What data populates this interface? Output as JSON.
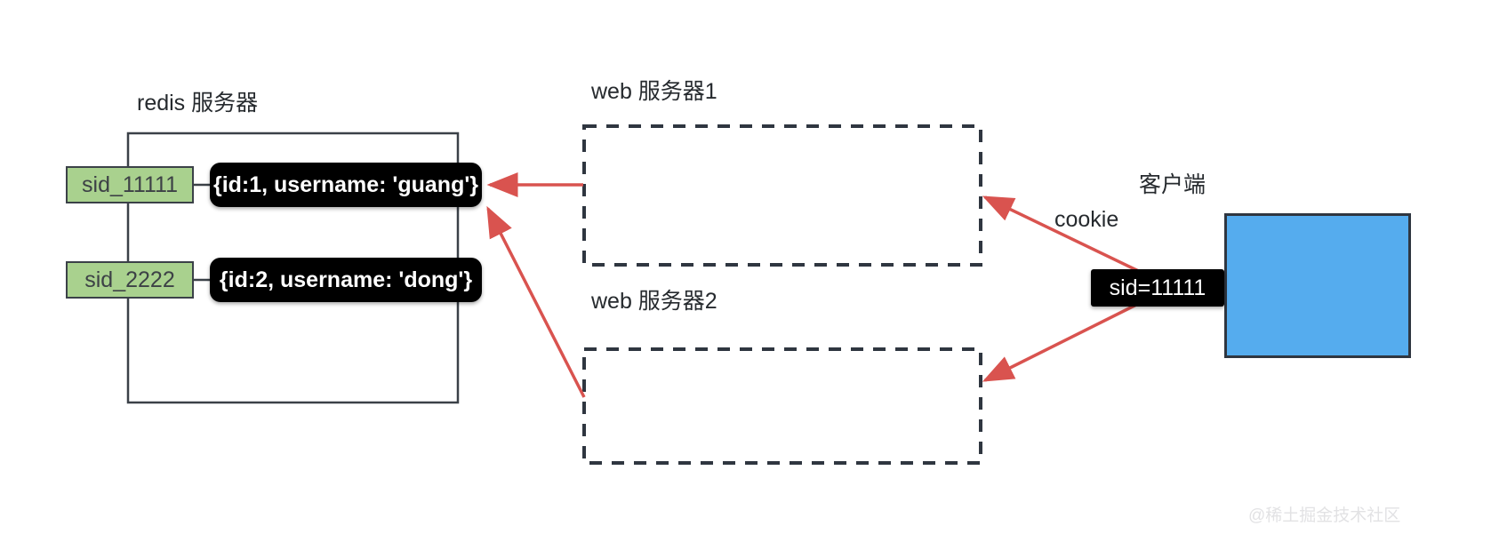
{
  "diagram": {
    "title_redis": "redis 服务器",
    "title_web1": "web 服务器1",
    "title_web2": "web 服务器2",
    "title_client": "客户端",
    "label_cookie": "cookie",
    "sessions": [
      {
        "key": "sid_11111",
        "value": "{id:1, username: 'guang'}"
      },
      {
        "key": "sid_2222",
        "value": "{id:2, username: 'dong'}"
      }
    ],
    "cookie_value": "sid=11111",
    "watermark": "@稀土掘金技术社区",
    "colors": {
      "session_key_fill": "#a9d18e",
      "session_value_fill": "#000000",
      "client_fill": "#55acee",
      "stroke_dark": "#2f3640",
      "arrow_red": "#d9534f",
      "text_dark": "#262a2e"
    }
  }
}
